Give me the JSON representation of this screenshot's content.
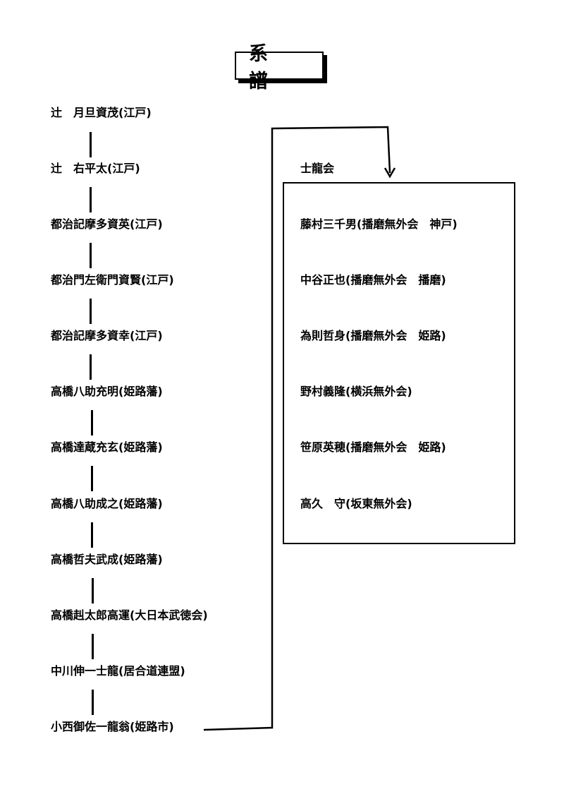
{
  "title": "系　譜",
  "lineage": [
    "辻　月旦資茂(江戸)",
    "辻　右平太(江戸)",
    "都治記摩多資英(江戸)",
    "都治門左衛門資賢(江戸)",
    "都治記摩多資幸(江戸)",
    "高橋八助充明(姫路藩)",
    "高橋達蔵充玄(姫路藩)",
    "高橋八助成之(姫路藩)",
    "高橋哲夫武成(姫路藩)",
    "高橋赳太郎高運(大日本武徳会)",
    "中川伸一士龍(居合道連盟)",
    "小西御佐一龍翁(姫路市)"
  ],
  "group": {
    "label": "士龍会",
    "members": [
      "藤村三千男(播磨無外会　神戸)",
      "中谷正也(播磨無外会　播磨)",
      "為則哲身(播磨無外会　姫路)",
      "野村義隆(横浜無外会)",
      "笹原英穂(播磨無外会　姫路)",
      "高久　守(坂東無外会)"
    ]
  }
}
